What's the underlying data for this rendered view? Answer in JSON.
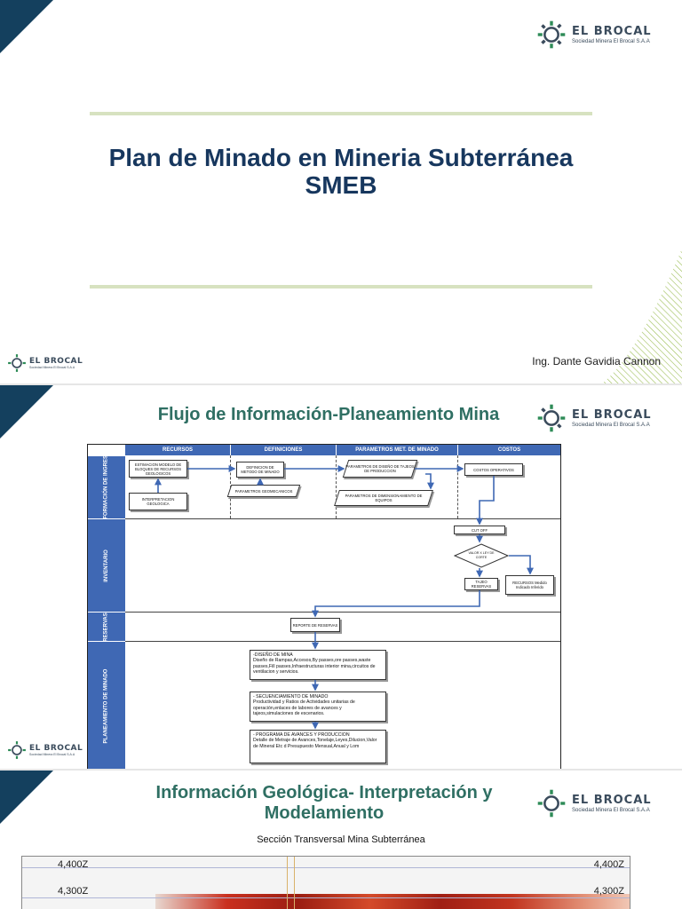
{
  "slide1": {
    "logo": {
      "name": "EL BROCAL",
      "subtitle": "Sociedad Minera El Brocal S.A.A"
    },
    "title_line1": "Plan de Minado en Mineria Subterránea",
    "title_line2": "SMEB",
    "author": "Ing. Dante Gavidia Cannon",
    "footer_logo": {
      "name": "EL BROCAL",
      "subtitle": "Sociedad Minera El Brocal S.A.A"
    }
  },
  "slide2": {
    "title": "Flujo de Información-Planeamiento Mina",
    "logo": {
      "name": "EL BROCAL",
      "subtitle": "Sociedad Minera El Brocal S.A.A"
    },
    "footer_logo": {
      "name": "EL BROCAL",
      "subtitle": "Sociedad Minera El Brocal S.A.A"
    },
    "columns": [
      "RECURSOS",
      "DEFINICIONES",
      "PARAMETROS MET. DE MINADO",
      "COSTOS"
    ],
    "lanes": [
      "INFORMACIÓN DE INGRESO",
      "INVENTARIO",
      "RESERVAS",
      "PLANEAMIENTO DE MINADO"
    ],
    "nodes": {
      "estimacion": "ESTIMACION MODELO DE BLOQUES DE RECURSOS GEOLOGICOS",
      "interpretacion": "INTERPRETACION GEOLOGICA",
      "definicion": "DEFINICION DE METODO DE MINADO",
      "geomecanicos": "PARAMETROS GEOMECANICOS",
      "diseno_tajeos": "PARAMETROS DE DISEÑO DE TAJEOS DE PRODUCCION",
      "dimensionamiento": "PARAMETROS DE DIMENSIONAMIENTO DE EQUIPOS",
      "costos": "COSTOS OPERATIVOS",
      "cutoff": "CUT OFF",
      "valor": "VALOR X LEY DE CORTE",
      "tajeo": "TAJEO RESERVAS",
      "recursos": "RECURSOS Medido Indicado Inferido",
      "reporte": "REPORTE DE RESERVAS",
      "diseno_mina_title": "-DISEÑO DE MINA",
      "diseno_mina_text": "Diseño de Rampas,Accesos,By passes,ore passes,waste passes,Fill passes,Infraestructuras interior mina,circuitos de ventilacion y servicios.",
      "secuenciamiento_title": "- SECUENCIAMIENTO DE MINADO",
      "secuenciamiento_text": "Productividad y Ratios de Actividades unitarias de operación,enlaces de labores de avances y tajeos,simulaciones de escenarios.",
      "programa_title": "- PROGRAMA DE AVANCES Y PRODUCCION",
      "programa_text": "Detalle de Metraje de Avances,Tonelaje,Leyes,Dilucion,Valor de Mineral Etc d Presupuesto Mensual,Anual y Lom"
    }
  },
  "slide3": {
    "title": "Información Geológica- Interpretación y Modelamiento",
    "subtitle": "Sección Transversal Mina Subterránea",
    "logo": {
      "name": "EL BROCAL",
      "subtitle": "Sociedad Minera El Brocal S.A.A"
    },
    "levels": [
      "4,400Z",
      "4,300Z"
    ]
  },
  "colors": {
    "title_blue": "#17375e",
    "title_teal": "#2f6f63",
    "header_blue": "#3f68b4",
    "corner_navy": "#14405e"
  }
}
